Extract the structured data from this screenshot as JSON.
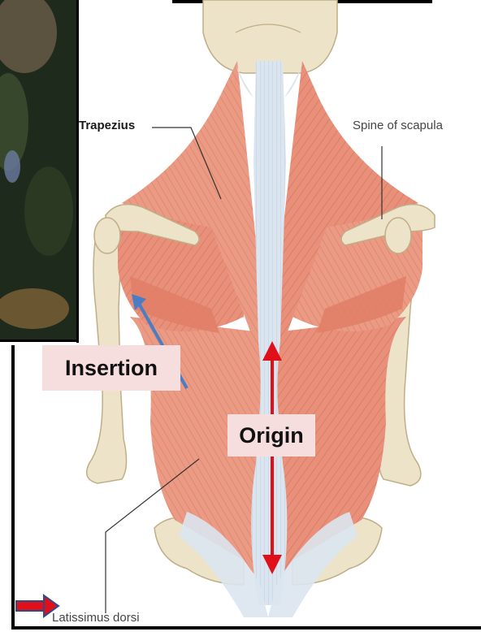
{
  "labels": {
    "trapezius": "Trapezius",
    "spine_of_scapula": "Spine of scapula",
    "latissimus_dorsi": "Latissimus dorsi"
  },
  "annotations": {
    "insertion": "Insertion",
    "origin": "Origin"
  },
  "colors": {
    "muscle": "#e8907a",
    "muscle_light": "#f1b3a2",
    "tendon": "#d6e1ec",
    "bone": "#ece3c9",
    "bone_shade": "#d4c7a2",
    "origin_arrow": "#e0101a",
    "insertion_arrow": "#4a7ec4",
    "label_box": "#f6dede",
    "photo_dark": "#1e2a1c"
  },
  "icons": {
    "corner_arrow": "arrow-right-icon"
  }
}
